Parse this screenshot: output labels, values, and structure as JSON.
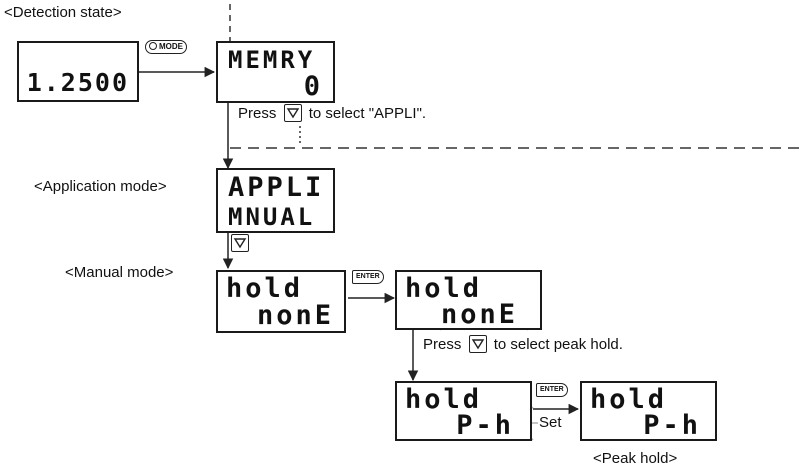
{
  "labels": {
    "detection_state": "<Detection state>",
    "application_mode": "<Application mode>",
    "manual_mode": "<Manual mode>",
    "peak_hold": "<Peak hold>",
    "press_to_select_appli_pre": "Press",
    "press_to_select_appli_post": "to select \"APPLI\".",
    "press_to_select_peak_pre": "Press",
    "press_to_select_peak_post": "to select peak hold.",
    "set": "Set"
  },
  "keys": {
    "mode": "MODE",
    "enter": "ENTER"
  },
  "displays": {
    "detection": {
      "line2": "1.2500"
    },
    "memory": {
      "line1": "MEMRY",
      "line2": "0"
    },
    "application": {
      "line1": "APPLI",
      "line2": "MNUAL"
    },
    "manual_hold": {
      "line1": "hold",
      "line2": "nonE"
    },
    "manual_hold_blink": {
      "line1": "hold",
      "line2": "nonE"
    },
    "peak_select": {
      "line1": "hold",
      "line2": "P-h"
    },
    "peak_set": {
      "line1": "hold",
      "line2": "P-h"
    }
  },
  "icons": {
    "down_key": "down-triangle-key",
    "mode_key": "mode-key",
    "enter_key": "enter-key"
  }
}
